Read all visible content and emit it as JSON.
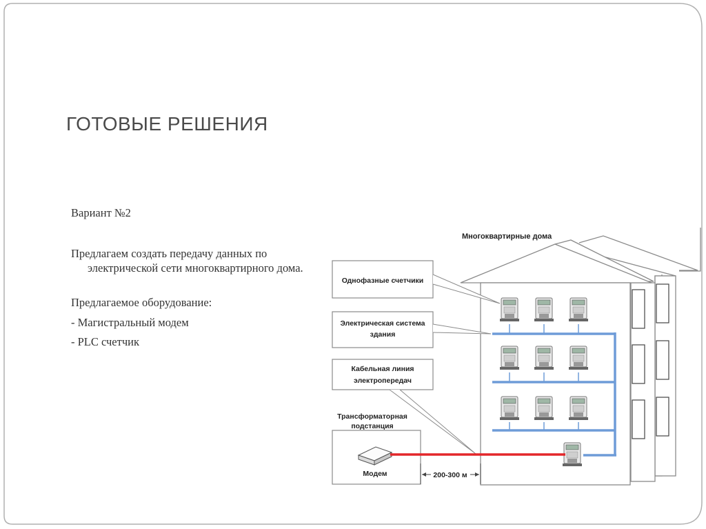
{
  "slide": {
    "title": "ГОТОВЫЕ РЕШЕНИЯ",
    "variant": "Вариант №2",
    "paragraph1": "Предлагаем создать передачу данных по электрической сети многоквартирного дома.",
    "paragraph2": "Предлагаемое оборудование:",
    "items": [
      "- Магистральный модем",
      "- PLC счетчик"
    ]
  },
  "diagram": {
    "heading": "Многоквартирные дома",
    "callouts": {
      "meters": "Однофазные счетчики",
      "system_line1": "Электрическая система",
      "system_line2": "здания",
      "cable_line1": "Кабельная линия",
      "cable_line2": "электропередач",
      "substation_line1": "Трансформаторная",
      "substation_line2": "подстанция"
    },
    "modem_label": "Модем",
    "distance": "200-300 м",
    "colors": {
      "network": "#6e9cd8",
      "cable": "#e3262a",
      "outline": "#8a8a8a"
    }
  }
}
